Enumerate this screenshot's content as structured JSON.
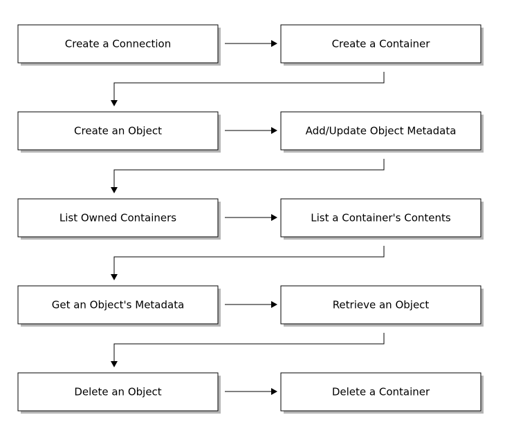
{
  "diagram": {
    "type": "flowchart",
    "nodes": [
      {
        "id": "n1",
        "label": "Create a Connection"
      },
      {
        "id": "n2",
        "label": "Create a Container"
      },
      {
        "id": "n3",
        "label": "Create an Object"
      },
      {
        "id": "n4",
        "label": "Add/Update Object Metadata"
      },
      {
        "id": "n5",
        "label": "List Owned Containers"
      },
      {
        "id": "n6",
        "label": "List a Container's Contents"
      },
      {
        "id": "n7",
        "label": "Get an Object's Metadata"
      },
      {
        "id": "n8",
        "label": "Retrieve an Object"
      },
      {
        "id": "n9",
        "label": "Delete an Object"
      },
      {
        "id": "n10",
        "label": "Delete a Container"
      }
    ],
    "edges": [
      {
        "from": "n1",
        "to": "n2"
      },
      {
        "from": "n2",
        "to": "n3"
      },
      {
        "from": "n3",
        "to": "n4"
      },
      {
        "from": "n4",
        "to": "n5"
      },
      {
        "from": "n5",
        "to": "n6"
      },
      {
        "from": "n6",
        "to": "n7"
      },
      {
        "from": "n7",
        "to": "n8"
      },
      {
        "from": "n8",
        "to": "n9"
      },
      {
        "from": "n9",
        "to": "n10"
      }
    ]
  }
}
